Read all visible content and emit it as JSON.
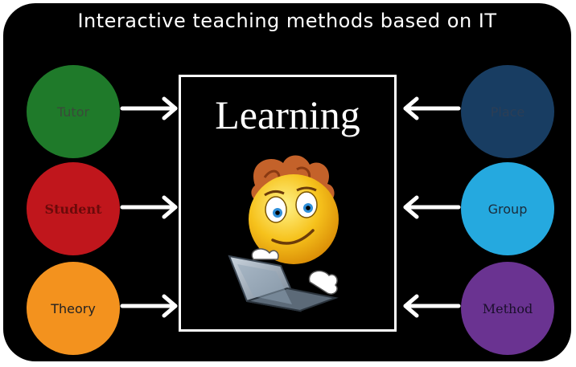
{
  "title": "Interactive teaching methods based on IT",
  "center": {
    "label": "Learning"
  },
  "left_nodes": [
    {
      "label": "Tutor",
      "color": "#1f7a2a",
      "text_color": "#3a4a3a"
    },
    {
      "label": "Student",
      "color": "#c0161c",
      "text_color": "#6b0a0a"
    },
    {
      "label": "Theory",
      "color": "#f3921e",
      "text_color": "#222222"
    }
  ],
  "right_nodes": [
    {
      "label": "Place",
      "color": "#183d62",
      "text_color": "#2c3e55"
    },
    {
      "label": "Group",
      "color": "#25a9df",
      "text_color": "#1b2b3a"
    },
    {
      "label": "Method",
      "color": "#6a3391",
      "text_color": "#1a0f2b"
    }
  ],
  "colors": {
    "background": "#000000",
    "frame": "#ffffff",
    "arrows": "#ffffff"
  },
  "icons": {
    "mascot": "smiley-with-laptop-icon"
  }
}
